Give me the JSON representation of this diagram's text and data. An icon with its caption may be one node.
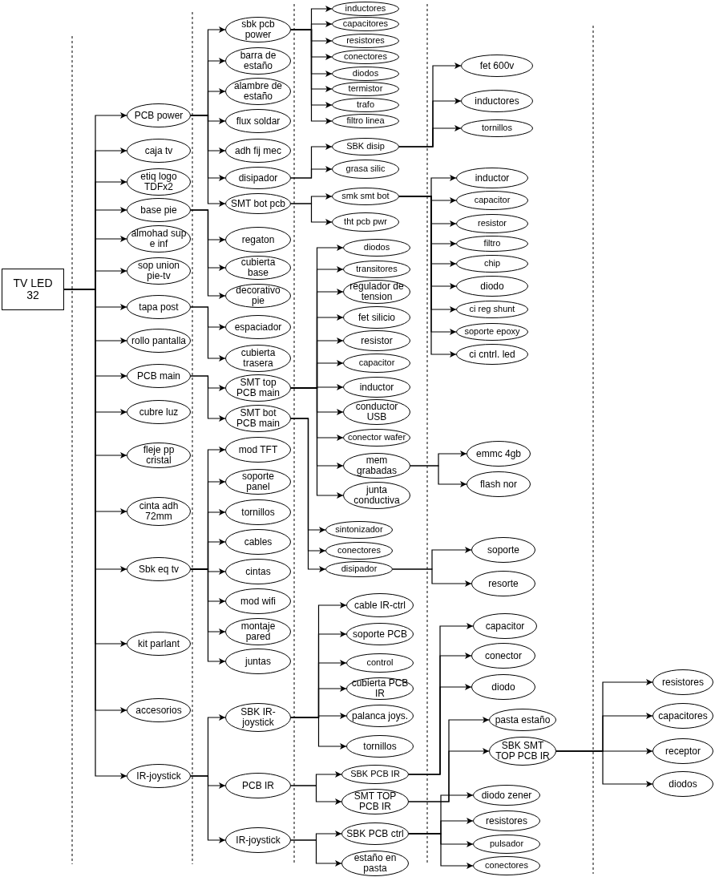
{
  "diagram": {
    "nodes": [
      {
        "text": [
          "TV LED 32"
        ]
      },
      {
        "text": [
          "PCB power"
        ]
      },
      {
        "text": [
          "caja tv"
        ]
      },
      {
        "text": [
          "etiq logo TDFx2"
        ]
      },
      {
        "text": [
          "base pie"
        ]
      },
      {
        "text": [
          "almohad sup e inf"
        ]
      },
      {
        "text": [
          "sop union pie-tv"
        ]
      },
      {
        "text": [
          "tapa post"
        ]
      },
      {
        "text": [
          "rollo pantalla"
        ]
      },
      {
        "text": [
          "PCB main"
        ]
      },
      {
        "text": [
          "cubre luz"
        ]
      },
      {
        "text": [
          "fleje pp cristal"
        ]
      },
      {
        "text": [
          "cinta adh 72mm"
        ]
      },
      {
        "text": [
          "Sbk eq tv"
        ]
      },
      {
        "text": [
          "kit parlant"
        ]
      },
      {
        "text": [
          "accesorios"
        ]
      },
      {
        "text": [
          "IR-joystick"
        ]
      },
      {
        "text": [
          "sbk pcb power"
        ]
      },
      {
        "text": [
          "barra de estaño"
        ]
      },
      {
        "text": [
          "alambre de estaño"
        ]
      },
      {
        "text": [
          "flux soldar"
        ]
      },
      {
        "text": [
          "adh fij mec"
        ]
      },
      {
        "text": [
          "disipador"
        ]
      },
      {
        "text": [
          "SMT bot pcb"
        ]
      },
      {
        "text": [
          "regaton"
        ]
      },
      {
        "text": [
          "cubierta base"
        ]
      },
      {
        "text": [
          "decorativo pie"
        ]
      },
      {
        "text": [
          "espaciador"
        ]
      },
      {
        "text": [
          "cubierta trasera"
        ]
      },
      {
        "text": [
          "SMT top PCB main"
        ]
      },
      {
        "text": [
          "SMT bot PCB main"
        ]
      },
      {
        "text": [
          "mod TFT"
        ]
      },
      {
        "text": [
          "soporte panel"
        ]
      },
      {
        "text": [
          "tornillos"
        ]
      },
      {
        "text": [
          "cables"
        ]
      },
      {
        "text": [
          "cintas"
        ]
      },
      {
        "text": [
          "mod wifi"
        ]
      },
      {
        "text": [
          "montaje pared"
        ]
      },
      {
        "text": [
          "juntas"
        ]
      },
      {
        "text": [
          "SBK IR-joystick"
        ]
      },
      {
        "text": [
          "PCB IR"
        ]
      },
      {
        "text": [
          "IR-joystick"
        ]
      },
      {
        "text": [
          "inductores"
        ]
      },
      {
        "text": [
          "capacitores"
        ]
      },
      {
        "text": [
          "resistores"
        ]
      },
      {
        "text": [
          "conectores"
        ]
      },
      {
        "text": [
          "diodos"
        ]
      },
      {
        "text": [
          "termistor"
        ]
      },
      {
        "text": [
          "trafo"
        ]
      },
      {
        "text": [
          "filtro linea"
        ]
      },
      {
        "text": [
          "SBK disip"
        ]
      },
      {
        "text": [
          "grasa silic"
        ]
      },
      {
        "text": [
          "smk smt bot"
        ]
      },
      {
        "text": [
          "tht pcb pwr"
        ]
      },
      {
        "text": [
          "diodos"
        ]
      },
      {
        "text": [
          "transitores"
        ]
      },
      {
        "text": [
          "regulador de tension"
        ]
      },
      {
        "text": [
          "fet silicio"
        ]
      },
      {
        "text": [
          "resistor"
        ]
      },
      {
        "text": [
          "capacitor"
        ]
      },
      {
        "text": [
          "inductor"
        ]
      },
      {
        "text": [
          "conductor USB"
        ]
      },
      {
        "text": [
          "conector wafer"
        ]
      },
      {
        "text": [
          "mem grabadas"
        ]
      },
      {
        "text": [
          "junta conductiva"
        ]
      },
      {
        "text": [
          "sintonizador"
        ]
      },
      {
        "text": [
          "conectores"
        ]
      },
      {
        "text": [
          "disipador"
        ]
      },
      {
        "text": [
          "cable IR-ctrl"
        ]
      },
      {
        "text": [
          "soporte PCB"
        ]
      },
      {
        "text": [
          "control"
        ]
      },
      {
        "text": [
          "cubierta PCB IR"
        ]
      },
      {
        "text": [
          "palanca joys."
        ]
      },
      {
        "text": [
          "tornillos"
        ]
      },
      {
        "text": [
          "SBK PCB IR"
        ]
      },
      {
        "text": [
          "SMT TOP PCB IR"
        ]
      },
      {
        "text": [
          "SBK PCB ctrl"
        ]
      },
      {
        "text": [
          "estaño en pasta"
        ]
      },
      {
        "text": [
          "fet 600v"
        ]
      },
      {
        "text": [
          "inductores"
        ]
      },
      {
        "text": [
          "tornillos"
        ]
      },
      {
        "text": [
          "inductor"
        ]
      },
      {
        "text": [
          "capacitor"
        ]
      },
      {
        "text": [
          "resistor"
        ]
      },
      {
        "text": [
          "filtro"
        ]
      },
      {
        "text": [
          "chip"
        ]
      },
      {
        "text": [
          "diodo"
        ]
      },
      {
        "text": [
          "ci reg shunt"
        ]
      },
      {
        "text": [
          "soporte epoxy"
        ]
      },
      {
        "text": [
          "ci cntrl. led"
        ]
      },
      {
        "text": [
          "emmc 4gb"
        ]
      },
      {
        "text": [
          "flash nor"
        ]
      },
      {
        "text": [
          "soporte"
        ]
      },
      {
        "text": [
          "resorte"
        ]
      },
      {
        "text": [
          "capacitor"
        ]
      },
      {
        "text": [
          "conector"
        ]
      },
      {
        "text": [
          "diodo"
        ]
      },
      {
        "text": [
          "pasta estaño"
        ]
      },
      {
        "text": [
          "SBK SMT TOP PCB IR"
        ]
      },
      {
        "text": [
          "diodo zener"
        ]
      },
      {
        "text": [
          "resistores"
        ]
      },
      {
        "text": [
          "pulsador"
        ]
      },
      {
        "text": [
          "conectores"
        ]
      },
      {
        "text": [
          "resistores"
        ]
      },
      {
        "text": [
          "capacitores"
        ]
      },
      {
        "text": [
          "receptor"
        ]
      },
      {
        "text": [
          "diodos"
        ]
      }
    ],
    "edges": [
      {
        "from": 0,
        "to": 1,
        "arrow": "to"
      },
      {
        "from": 0,
        "to": 2,
        "arrow": "to"
      },
      {
        "from": 0,
        "to": 3,
        "arrow": "to"
      },
      {
        "from": 0,
        "to": 4,
        "arrow": "to"
      },
      {
        "from": 0,
        "to": 5,
        "arrow": "to"
      },
      {
        "from": 0,
        "to": 6,
        "arrow": "to"
      },
      {
        "from": 0,
        "to": 7,
        "arrow": "to"
      },
      {
        "from": 0,
        "to": 8,
        "arrow": "to"
      },
      {
        "from": 0,
        "to": 9,
        "arrow": "to"
      },
      {
        "from": 0,
        "to": 10,
        "arrow": "to"
      },
      {
        "from": 0,
        "to": 11,
        "arrow": "to"
      },
      {
        "from": 0,
        "to": 12,
        "arrow": "to"
      },
      {
        "from": 0,
        "to": 13,
        "arrow": "to"
      },
      {
        "from": 0,
        "to": 14,
        "arrow": "to"
      },
      {
        "from": 0,
        "to": 15,
        "arrow": "to"
      },
      {
        "from": 0,
        "to": 16,
        "arrow": "to"
      },
      {
        "from": 1,
        "to": 17,
        "arrow": "to"
      },
      {
        "from": 1,
        "to": 18,
        "arrow": "to"
      },
      {
        "from": 1,
        "to": 19,
        "arrow": "to"
      },
      {
        "from": 1,
        "to": 20,
        "arrow": "to"
      },
      {
        "from": 1,
        "to": 21,
        "arrow": "to"
      },
      {
        "from": 1,
        "to": 22,
        "arrow": "to"
      },
      {
        "from": 1,
        "to": 23,
        "arrow": "to"
      },
      {
        "from": 4,
        "to": 24,
        "arrow": "to"
      },
      {
        "from": 4,
        "to": 25,
        "arrow": "to"
      },
      {
        "from": 4,
        "to": 26,
        "arrow": "to"
      },
      {
        "from": 7,
        "to": 27,
        "arrow": "to"
      },
      {
        "from": 7,
        "to": 28,
        "arrow": "to"
      },
      {
        "from": 9,
        "to": 29,
        "arrow": "to"
      },
      {
        "from": 9,
        "to": 30,
        "arrow": "to"
      },
      {
        "from": 13,
        "to": 31,
        "arrow": "to"
      },
      {
        "from": 13,
        "to": 32,
        "arrow": "to"
      },
      {
        "from": 13,
        "to": 33,
        "arrow": "to"
      },
      {
        "from": 13,
        "to": 34,
        "arrow": "to"
      },
      {
        "from": 13,
        "to": 35,
        "arrow": "to"
      },
      {
        "from": 13,
        "to": 36,
        "arrow": "to"
      },
      {
        "from": 13,
        "to": 37,
        "arrow": "to"
      },
      {
        "from": 13,
        "to": 38,
        "arrow": "to"
      },
      {
        "from": 16,
        "to": 39,
        "arrow": "to"
      },
      {
        "from": 16,
        "to": 40,
        "arrow": "to"
      },
      {
        "from": 16,
        "to": 41,
        "arrow": "to"
      },
      {
        "from": 17,
        "to": 42,
        "arrow": "to"
      },
      {
        "from": 17,
        "to": 43,
        "arrow": "to"
      },
      {
        "from": 17,
        "to": 44,
        "arrow": "to"
      },
      {
        "from": 17,
        "to": 45,
        "arrow": "to"
      },
      {
        "from": 17,
        "to": 46,
        "arrow": "to"
      },
      {
        "from": 17,
        "to": 47,
        "arrow": "to"
      },
      {
        "from": 17,
        "to": 48,
        "arrow": "to"
      },
      {
        "from": 17,
        "to": 49,
        "arrow": "to"
      },
      {
        "from": 22,
        "to": 50,
        "arrow": "to"
      },
      {
        "from": 22,
        "to": 51,
        "arrow": "to"
      },
      {
        "from": 23,
        "to": 52,
        "arrow": "to"
      },
      {
        "from": 23,
        "to": 53,
        "arrow": "to"
      },
      {
        "from": 29,
        "to": 54,
        "arrow": "to"
      },
      {
        "from": 29,
        "to": 55,
        "arrow": "to"
      },
      {
        "from": 29,
        "to": 56,
        "arrow": "to"
      },
      {
        "from": 29,
        "to": 57,
        "arrow": "to"
      },
      {
        "from": 29,
        "to": 58,
        "arrow": "to"
      },
      {
        "from": 29,
        "to": 59,
        "arrow": "to"
      },
      {
        "from": 29,
        "to": 60,
        "arrow": "to"
      },
      {
        "from": 29,
        "to": 61,
        "arrow": "to"
      },
      {
        "from": 29,
        "to": 62,
        "arrow": "to"
      },
      {
        "from": 29,
        "to": 63,
        "arrow": "to"
      },
      {
        "from": 29,
        "to": 64,
        "arrow": "to"
      },
      {
        "from": 30,
        "to": 65,
        "arrow": "to"
      },
      {
        "from": 30,
        "to": 66,
        "arrow": "to"
      },
      {
        "from": 30,
        "to": 67,
        "arrow": "to"
      },
      {
        "from": 39,
        "to": 68,
        "arrow": "to"
      },
      {
        "from": 39,
        "to": 69,
        "arrow": "to"
      },
      {
        "from": 39,
        "to": 70,
        "arrow": "to"
      },
      {
        "from": 39,
        "to": 71,
        "arrow": "to"
      },
      {
        "from": 39,
        "to": 72,
        "arrow": "to"
      },
      {
        "from": 39,
        "to": 73,
        "arrow": "to"
      },
      {
        "from": 40,
        "to": 74,
        "arrow": "to"
      },
      {
        "from": 40,
        "to": 75,
        "arrow": "to"
      },
      {
        "from": 41,
        "to": 76,
        "arrow": "to"
      },
      {
        "from": 41,
        "to": 77,
        "arrow": "to"
      },
      {
        "from": 50,
        "to": 78,
        "arrow": "to"
      },
      {
        "from": 50,
        "to": 79,
        "arrow": "to"
      },
      {
        "from": 50,
        "to": 80,
        "arrow": "to"
      },
      {
        "from": 52,
        "to": 81,
        "arrow": "to"
      },
      {
        "from": 52,
        "to": 82,
        "arrow": "to"
      },
      {
        "from": 52,
        "to": 83,
        "arrow": "to"
      },
      {
        "from": 52,
        "to": 84,
        "arrow": "to"
      },
      {
        "from": 52,
        "to": 85,
        "arrow": "to"
      },
      {
        "from": 52,
        "to": 86,
        "arrow": "to"
      },
      {
        "from": 52,
        "to": 87,
        "arrow": "to"
      },
      {
        "from": 52,
        "to": 88,
        "arrow": "to"
      },
      {
        "from": 52,
        "to": 89,
        "arrow": "to"
      },
      {
        "from": 63,
        "to": 90,
        "arrow": "to"
      },
      {
        "from": 63,
        "to": 91,
        "arrow": "to"
      },
      {
        "from": 67,
        "to": 92,
        "arrow": "to"
      },
      {
        "from": 67,
        "to": 93,
        "arrow": "to"
      },
      {
        "from": 74,
        "to": 94,
        "arrow": "to"
      },
      {
        "from": 74,
        "to": 95,
        "arrow": "to"
      },
      {
        "from": 74,
        "to": 96,
        "arrow": "to"
      },
      {
        "from": 75,
        "to": 97,
        "arrow": "to"
      },
      {
        "from": 75,
        "to": 98,
        "arrow": "to"
      },
      {
        "from": 76,
        "to": 99,
        "arrow": "to"
      },
      {
        "from": 76,
        "to": 100,
        "arrow": "to"
      },
      {
        "from": 76,
        "to": 101,
        "arrow": "to"
      },
      {
        "from": 76,
        "to": 102,
        "arrow": "to"
      },
      {
        "from": 98,
        "to": 103,
        "arrow": "to"
      },
      {
        "from": 98,
        "to": 104,
        "arrow": "to"
      },
      {
        "from": 98,
        "to": 105,
        "arrow": "to"
      },
      {
        "from": 98,
        "to": 106,
        "arrow": "to"
      }
    ]
  }
}
